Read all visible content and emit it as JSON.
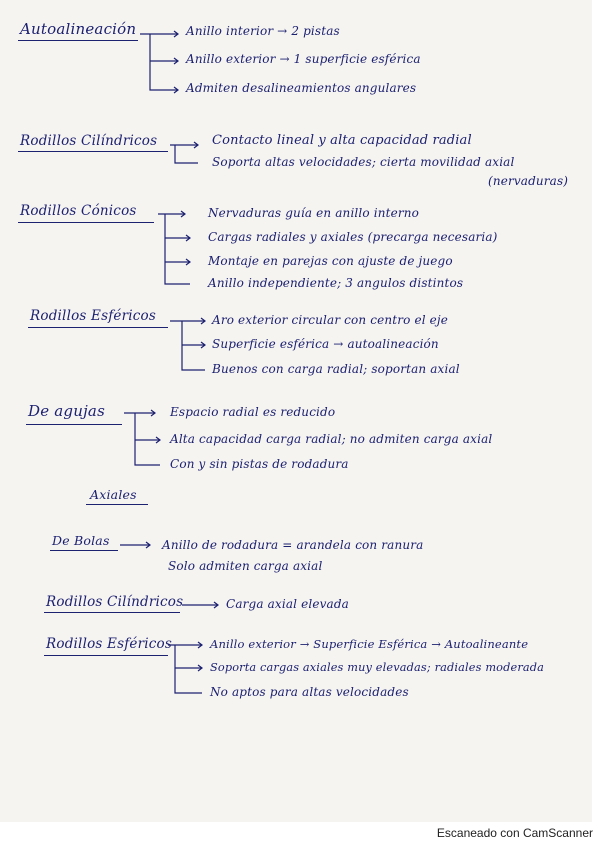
{
  "sections": [
    {
      "heading": "Autoalineación",
      "items": [
        "Anillo interior → 2 pistas",
        "Anillo exterior → 1 superficie esférica",
        "Admiten desalineamientos angulares"
      ]
    },
    {
      "heading": "Rodillos Cilíndricos",
      "items": [
        "Contacto lineal y alta capacidad radial",
        "Soporta altas velocidades; cierta movilidad axial",
        "(nervaduras)"
      ]
    },
    {
      "heading": "Rodillos Cónicos",
      "items": [
        "Nervaduras guía en anillo interno",
        "Cargas radiales y axiales (precarga necesaria)",
        "Montaje en parejas con ajuste de juego",
        "Anillo independiente; 3 angulos distintos"
      ]
    },
    {
      "heading": "Rodillos Esféricos",
      "items": [
        "Aro exterior circular con centro el eje",
        "Superficie esférica → autoalineación",
        "Buenos con carga radial; soportan axial"
      ]
    },
    {
      "heading": "De agujas",
      "items": [
        "Espacio radial es reducido",
        "Alta capacidad carga radial; no admiten carga axial",
        "Con y sin pistas de rodadura"
      ]
    },
    {
      "heading": "Axiales",
      "items": []
    },
    {
      "heading": "De Bolas",
      "items": [
        "Anillo de rodadura = arandela con ranura",
        "Solo admiten carga axial"
      ]
    },
    {
      "heading": "Rodillos Cilíndricos",
      "items": [
        "Carga axial elevada"
      ]
    },
    {
      "heading": "Rodillos Esféricos",
      "items": [
        "Anillo exterior → Superficie Esférica → Autoalineante",
        "Soporta cargas axiales muy elevadas; radiales moderada",
        "No aptos para altas velocidades"
      ]
    }
  ],
  "footer": "Escaneado con CamScanner",
  "ink_color": "#1c2170"
}
